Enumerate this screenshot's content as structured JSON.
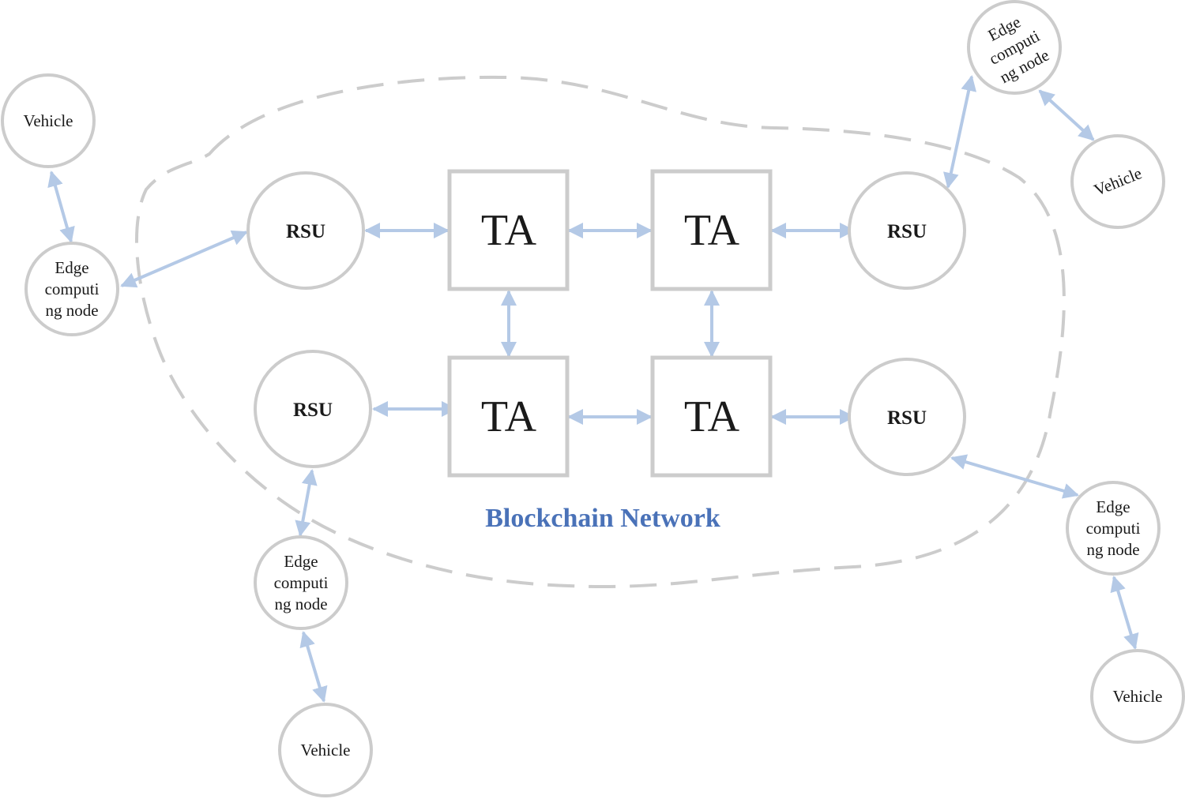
{
  "network_label": "Blockchain Network",
  "colors": {
    "label": "#4a72b8",
    "arrow": "#b4c9e6",
    "outline": "#cccccc"
  },
  "labels": {
    "ta": "TA",
    "rsu": "RSU",
    "vehicle": "Vehicle",
    "edge_line1": "Edge",
    "edge_line2": "computi",
    "edge_line3": "ng node"
  }
}
